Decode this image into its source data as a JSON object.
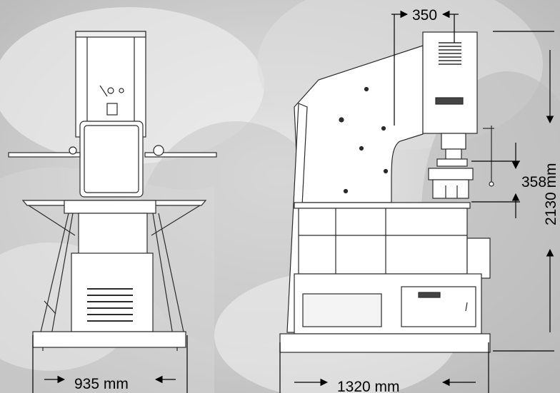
{
  "dimensions": {
    "front_width": "935 mm",
    "side_width": "1320 mm",
    "total_height": "2130 mm",
    "throat_depth": "350",
    "stroke_height": "358"
  },
  "colors": {
    "background_gray": "#d6d6d6",
    "machine_fill": "#ffffff",
    "line": "#2b2b2b",
    "text": "#000000"
  }
}
